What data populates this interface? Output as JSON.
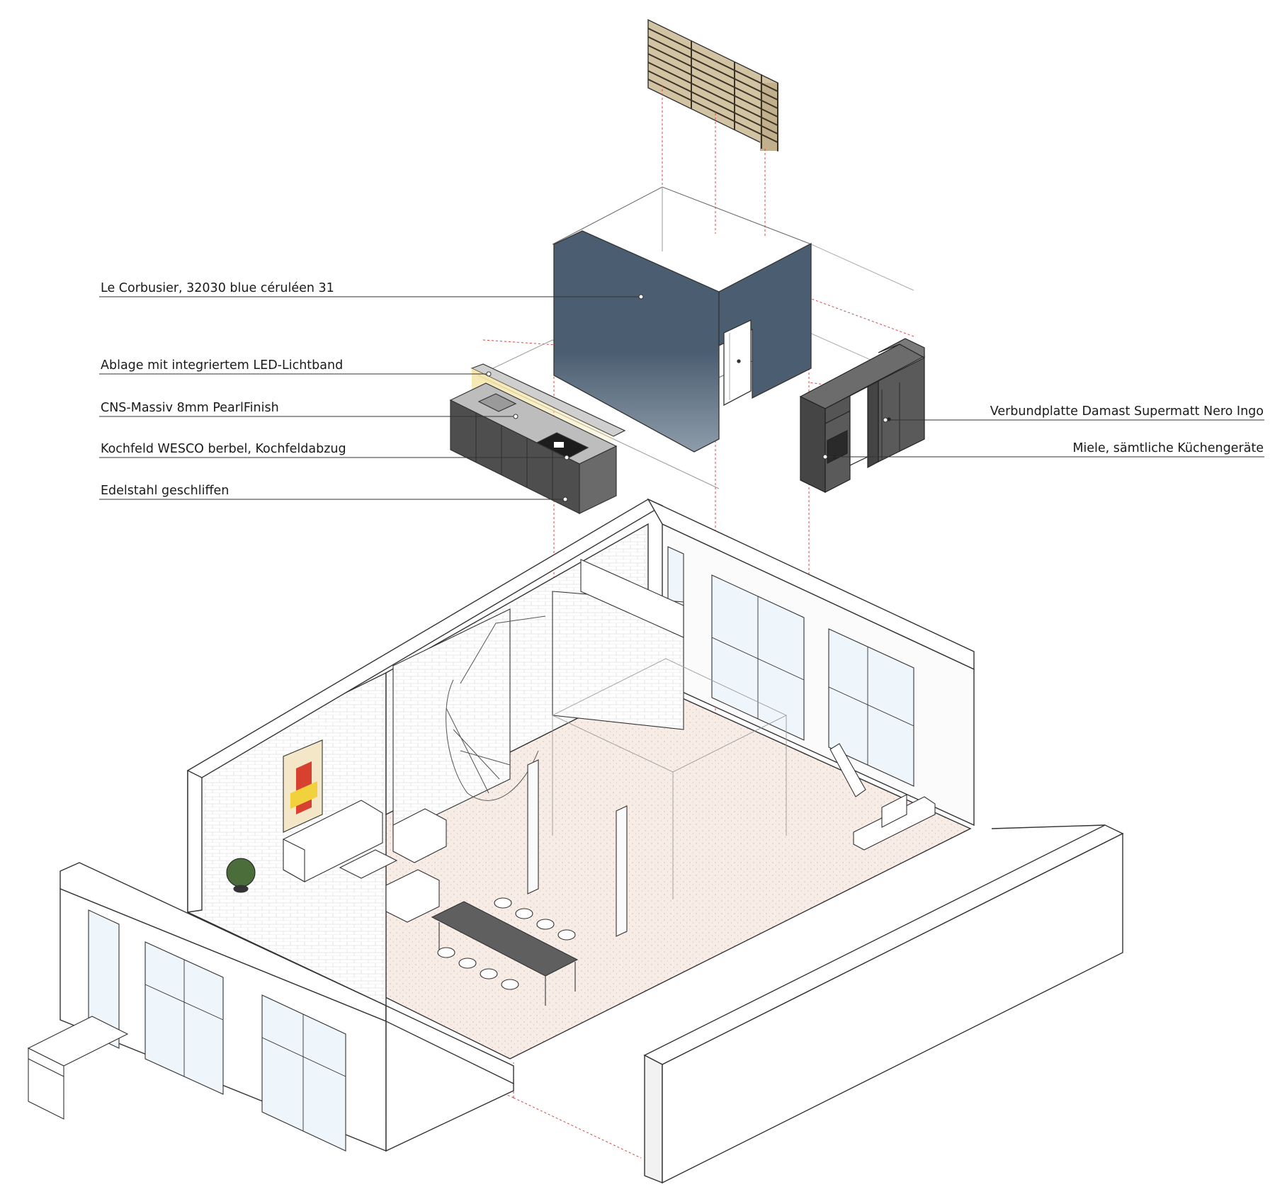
{
  "drawing": {
    "colors": {
      "line": "#333333",
      "thin": "#888888",
      "blue_wall": "#4b5e71",
      "dark_cabinet": "#555555",
      "wood": "#d2c3a3",
      "floor": "#f7ede6",
      "projection": "#d34848",
      "led": "#f3e3a0"
    },
    "annotations_left": [
      {
        "text": "Le Corbusier, 32030 blue céruléen 31"
      },
      {
        "text": "Ablage mit integriertem LED-Lichtband"
      },
      {
        "text": "CNS-Massiv 8mm PearlFinish"
      },
      {
        "text": "Kochfeld WESCO berbel, Kochfeldabzug"
      },
      {
        "text": "Edelstahl geschliffen"
      }
    ],
    "annotations_right": [
      {
        "text": "Verbundplatte Damast Supermatt Nero Ingo"
      },
      {
        "text": "Miele, sämtliche Küchengeräte"
      }
    ]
  }
}
